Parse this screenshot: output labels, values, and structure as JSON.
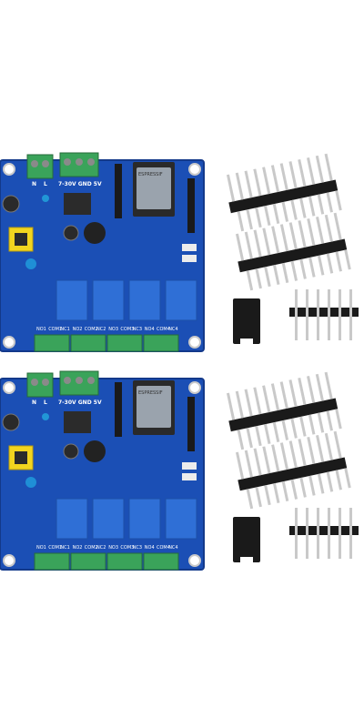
{
  "kits": [
    {
      "board": {
        "power_labels": [
          "N",
          "L"
        ],
        "input_label": "7-30V GND 5V",
        "module_logo": "ESPRESSIF",
        "output_labels": [
          "NO1",
          "COM1",
          "NC1",
          "NO2",
          "COM2",
          "NC2",
          "NO3",
          "COM3",
          "NC3",
          "NO4",
          "COM4",
          "NC4"
        ],
        "relay_count": 4
      },
      "accessories": {
        "double_headers": 2,
        "jumper_caps": 1,
        "single_headers": 1
      }
    },
    {
      "board": {
        "power_labels": [
          "N",
          "L"
        ],
        "input_label": "7-30V GND 5V",
        "module_logo": "ESPRESSIF",
        "output_labels": [
          "NO1",
          "COM1",
          "NC1",
          "NO2",
          "COM2",
          "NC2",
          "NO3",
          "COM3",
          "NC3",
          "NO4",
          "COM4",
          "NC4"
        ],
        "relay_count": 4
      },
      "accessories": {
        "double_headers": 2,
        "jumper_caps": 1,
        "single_headers": 1
      }
    }
  ],
  "colors": {
    "pcb": "#1b4fb5",
    "pcb_edge": "#13398a",
    "terminal": "#3aa35a",
    "relay": "#2f6fd6",
    "header": "#1a1a1a",
    "pin": "#c9c9c9"
  }
}
